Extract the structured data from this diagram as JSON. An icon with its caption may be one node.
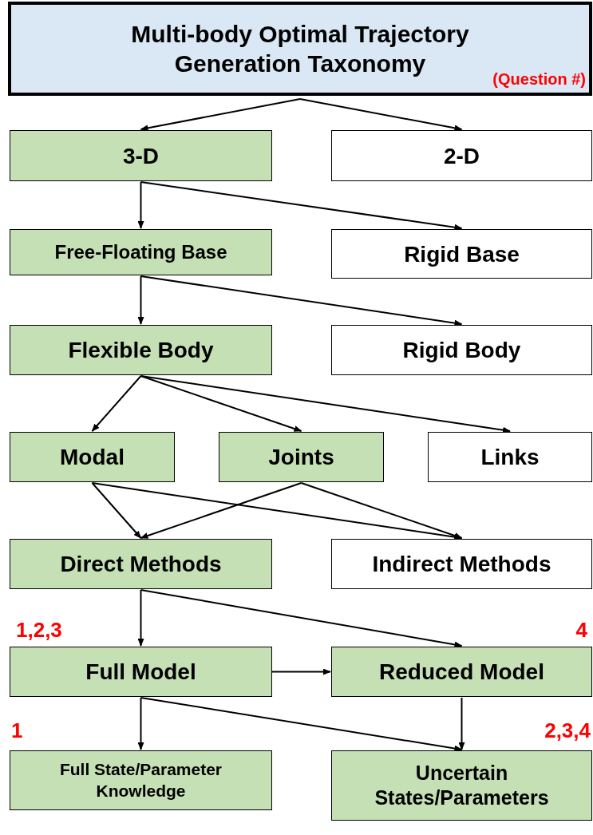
{
  "diagram": {
    "nodes": [
      {
        "text": [
          "Multi-body Optimal Trajectory Generation Taxonomy",
          "(Question #)"
        ]
      },
      {
        "text": [
          "3-D"
        ]
      },
      {
        "text": [
          "2-D"
        ]
      },
      {
        "text": [
          "Free-Floating Base"
        ]
      },
      {
        "text": [
          "Rigid Base"
        ]
      },
      {
        "text": [
          "Flexible Body"
        ]
      },
      {
        "text": [
          "Rigid Body"
        ]
      },
      {
        "text": [
          "Modal"
        ]
      },
      {
        "text": [
          "Joints"
        ]
      },
      {
        "text": [
          "Links"
        ]
      },
      {
        "text": [
          "Direct Methods"
        ]
      },
      {
        "text": [
          "Indirect Methods"
        ]
      },
      {
        "text": [
          "Full Model"
        ],
        "beside": [
          "1,2,3"
        ]
      },
      {
        "text": [
          "Reduced Model"
        ],
        "beside": [
          "4"
        ]
      },
      {
        "text": [
          "Full State/Parameter Knowledge"
        ],
        "beside": [
          "1"
        ]
      },
      {
        "text": [
          "Uncertain States/Parameters"
        ],
        "beside": [
          "2,3,4"
        ]
      }
    ],
    "edges": [
      {
        "from": 0,
        "to": 1,
        "arrow": "to"
      },
      {
        "from": 0,
        "to": 2,
        "arrow": "to"
      },
      {
        "from": 1,
        "to": 3,
        "arrow": "to"
      },
      {
        "from": 1,
        "to": 4,
        "arrow": "to"
      },
      {
        "from": 3,
        "to": 5,
        "arrow": "to"
      },
      {
        "from": 3,
        "to": 6,
        "arrow": "to"
      },
      {
        "from": 5,
        "to": 7,
        "arrow": "to"
      },
      {
        "from": 5,
        "to": 8,
        "arrow": "to"
      },
      {
        "from": 5,
        "to": 9,
        "arrow": "to"
      },
      {
        "from": 7,
        "to": 10,
        "arrow": "to"
      },
      {
        "from": 7,
        "to": 11,
        "arrow": "to"
      },
      {
        "from": 8,
        "to": 10,
        "arrow": "to"
      },
      {
        "from": 8,
        "to": 11,
        "arrow": "to"
      },
      {
        "from": 10,
        "to": 12,
        "arrow": "to"
      },
      {
        "from": 10,
        "to": 13,
        "arrow": "to"
      },
      {
        "from": 12,
        "to": 13,
        "arrow": "to"
      },
      {
        "from": 12,
        "to": 14,
        "arrow": "to"
      },
      {
        "from": 12,
        "to": 15,
        "arrow": "to"
      },
      {
        "from": 13,
        "to": 15,
        "arrow": "to"
      }
    ]
  }
}
